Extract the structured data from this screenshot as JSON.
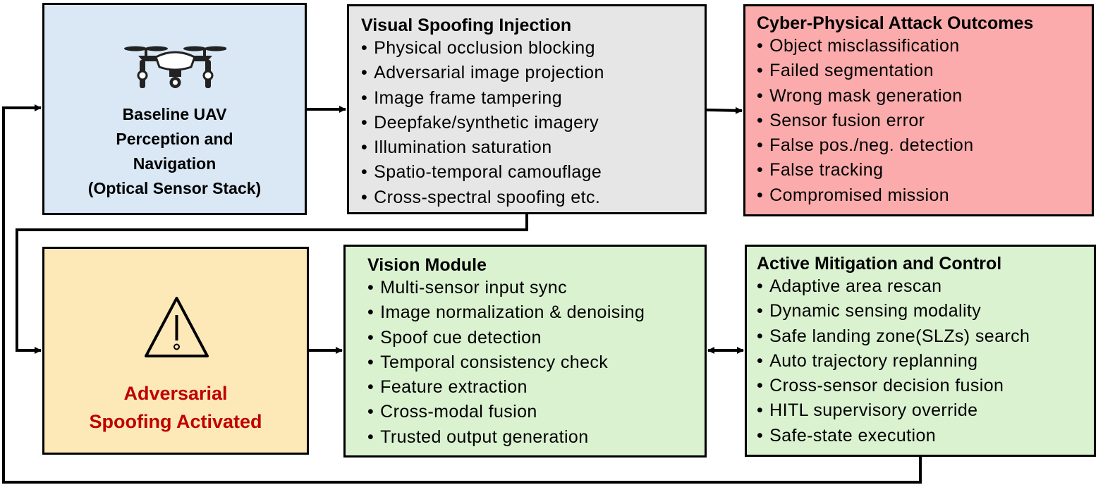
{
  "baseline": {
    "title": "Baseline UAV Perception and Navigation (Optical Sensor Stack)",
    "lines": [
      "Baseline  UAV",
      "Perception and",
      "Navigation",
      "(Optical Sensor Stack)"
    ],
    "icon": "drone-icon",
    "color": "#dae8f6"
  },
  "spoofing": {
    "title": "Visual Spoofing Injection",
    "items": [
      "Physical occlusion blocking",
      "Adversarial  image projection",
      "Image frame tampering",
      "Deepfake/synthetic  imagery",
      "Illumination  saturation",
      "Spatio-temporal  camouflage",
      "Cross-spectral  spoofing etc."
    ],
    "color": "#e6e6e6"
  },
  "outcomes": {
    "title": "Cyber-Physical Attack Outcomes",
    "items": [
      "Object misclassification",
      "Failed segmentation",
      "Wrong mask generation",
      "Sensor fusion error",
      "False pos./neg. detection",
      "False tracking",
      "Compromised  mission"
    ],
    "color": "#fbabab"
  },
  "activated": {
    "lines": [
      "Adversarial",
      "Spoofing Activated"
    ],
    "icon": "warning-icon",
    "color": "#fde9b8",
    "text_color": "#c00000"
  },
  "vision": {
    "title": "Vision Module",
    "items": [
      "Multi-sensor input sync",
      "Image normalization  & denoising",
      "Spoof cue detection",
      "Temporal consistency check",
      "Feature extraction",
      "Cross-modal fusion",
      "Trusted output generation"
    ],
    "color": "#daf2d0"
  },
  "mitigation": {
    "title": "Active Mitigation and Control",
    "items": [
      "Adaptive area rescan",
      "Dynamic sensing modality",
      "Safe landing zone(SLZs) search",
      "Auto trajectory replanning",
      "Cross-sensor decision fusion",
      "HITL supervisory override",
      "Safe-state execution"
    ],
    "color": "#daf2d0"
  }
}
